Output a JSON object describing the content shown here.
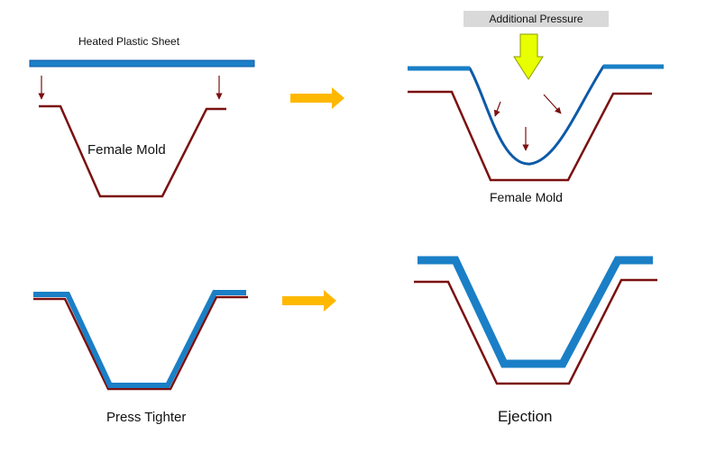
{
  "labels": {
    "heated_sheet": "Heated Plastic Sheet",
    "female_mold_1": "Female Mold",
    "additional_pressure": "Additional Pressure",
    "female_mold_2": "Female Mold",
    "press_tighter": "Press Tighter",
    "ejection": "Ejection"
  },
  "colors": {
    "mold": "#7b1010",
    "sheet": "#1a7fc6",
    "sheet_dark": "#0d5aa8",
    "flow_arrow": "#ffb800",
    "pressure_arrow_fill": "#e8ff00",
    "pressure_arrow_stroke": "#8a9a00",
    "pressure_box": "#d9d9d9"
  },
  "icons": {
    "step_arrow": "right-arrow-icon",
    "pressure_arrow": "down-arrow-icon",
    "small_arrow": "small-down-arrow-icon"
  }
}
